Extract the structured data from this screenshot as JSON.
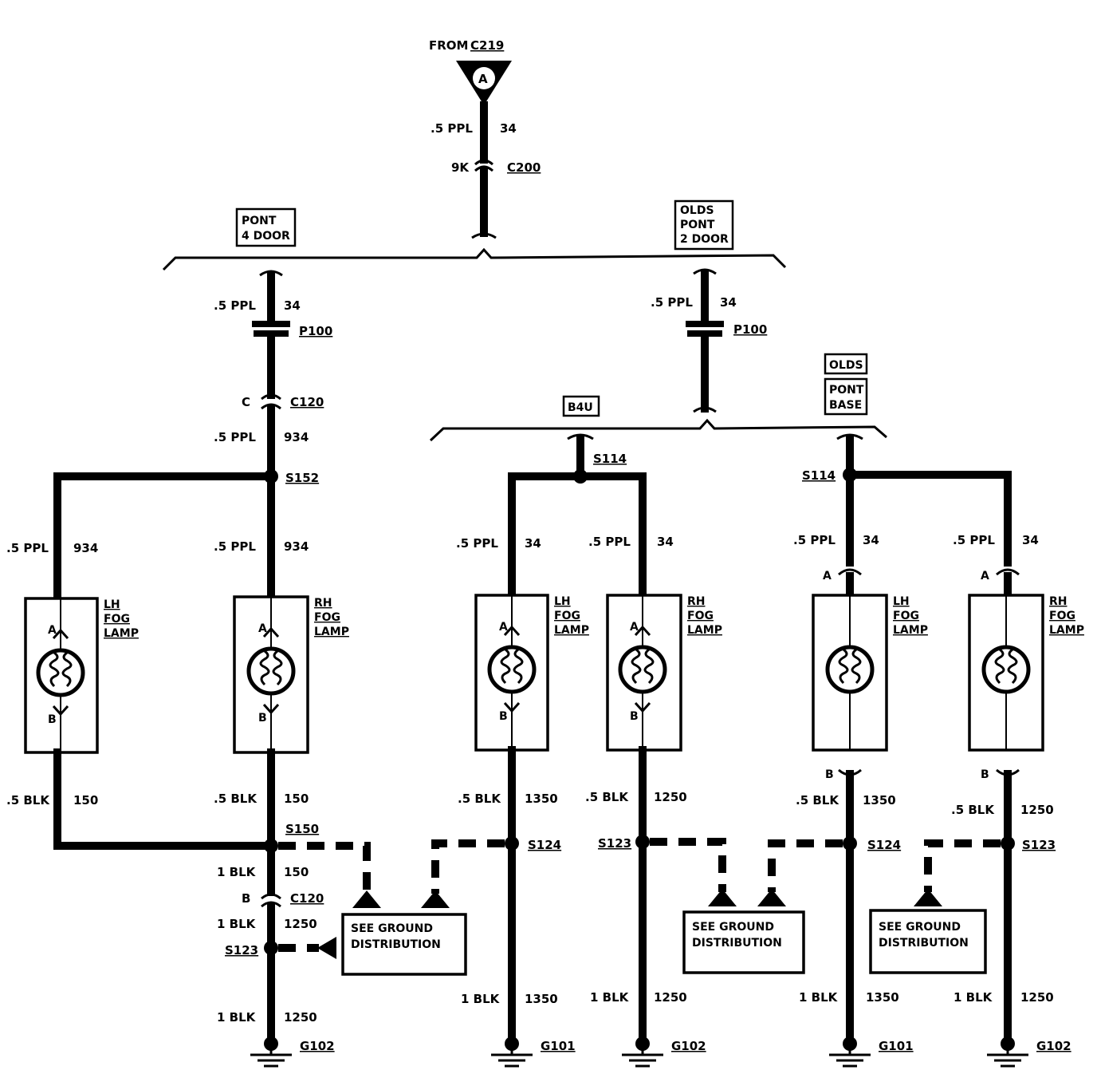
{
  "source": {
    "from": "FROM",
    "connector": "C219",
    "letter": "A"
  },
  "feed": {
    "size": ".5 PPL",
    "circuit": "34",
    "pin": "9K",
    "connector": "C200"
  },
  "options": {
    "left": "PONT\n4 DOOR",
    "right": "OLDS\nPONT\n2 DOOR",
    "b4u": "B4U",
    "olds": "OLDS",
    "pontbase": "PONT\nBASE"
  },
  "ground_box": "SEE GROUND\nDISTRIBUTION",
  "labels": [
    {
      "k": "w1a",
      "t": ".5  PPL"
    },
    {
      "k": "w1b",
      "t": "34"
    },
    {
      "k": "p100a",
      "t": "P100"
    },
    {
      "k": "c120a",
      "t": "C"
    },
    {
      "k": "c120b",
      "t": "C120"
    },
    {
      "k": "w2a",
      "t": ".5  PPL"
    },
    {
      "k": "w2b",
      "t": "934"
    },
    {
      "k": "s152",
      "t": "S152"
    },
    {
      "k": "w3a",
      "t": ".5  PPL"
    },
    {
      "k": "w3b",
      "t": "934"
    },
    {
      "k": "w4a",
      "t": ".5  PPL"
    },
    {
      "k": "w4b",
      "t": "934"
    },
    {
      "k": "w5a",
      "t": ".5  PPL"
    },
    {
      "k": "w5b",
      "t": "34"
    },
    {
      "k": "p100b",
      "t": "P100"
    },
    {
      "k": "s114a",
      "t": "S114"
    },
    {
      "k": "s114b",
      "t": "S114"
    },
    {
      "k": "w6a",
      "t": ".5  PPL"
    },
    {
      "k": "w6b",
      "t": "34"
    },
    {
      "k": "w7a",
      "t": ".5  PPL"
    },
    {
      "k": "w7b",
      "t": "34"
    },
    {
      "k": "w8a",
      "t": ".5  PPL"
    },
    {
      "k": "w8b",
      "t": "34"
    },
    {
      "k": "w9a",
      "t": ".5  PPL"
    },
    {
      "k": "w9b",
      "t": "34"
    },
    {
      "k": "g1a",
      "t": ".5  BLK"
    },
    {
      "k": "g1b",
      "t": "150"
    },
    {
      "k": "g2a",
      "t": ".5  BLK"
    },
    {
      "k": "g2b",
      "t": "150"
    },
    {
      "k": "s150",
      "t": "S150"
    },
    {
      "k": "g3a",
      "t": "1  BLK"
    },
    {
      "k": "g3b",
      "t": "150"
    },
    {
      "k": "c120c",
      "t": "B"
    },
    {
      "k": "c120d",
      "t": "C120"
    },
    {
      "k": "g4a",
      "t": "1  BLK"
    },
    {
      "k": "g4b",
      "t": "1250"
    },
    {
      "k": "s123a",
      "t": "S123"
    },
    {
      "k": "g5a",
      "t": "1  BLK"
    },
    {
      "k": "g5b",
      "t": "1250"
    },
    {
      "k": "g6a",
      "t": ".5  BLK"
    },
    {
      "k": "g6b",
      "t": "1350"
    },
    {
      "k": "s124a",
      "t": "S124"
    },
    {
      "k": "g7a",
      "t": "1  BLK"
    },
    {
      "k": "g7b",
      "t": "1350"
    },
    {
      "k": "g8a",
      "t": ".5  BLK"
    },
    {
      "k": "g8b",
      "t": "1250"
    },
    {
      "k": "s123b",
      "t": "S123"
    },
    {
      "k": "g9a",
      "t": "1  BLK"
    },
    {
      "k": "g9b",
      "t": "1250"
    },
    {
      "k": "g10a",
      "t": ".5  BLK"
    },
    {
      "k": "g10b",
      "t": "1350"
    },
    {
      "k": "s124b",
      "t": "S124"
    },
    {
      "k": "g11a",
      "t": "1  BLK"
    },
    {
      "k": "g11b",
      "t": "1350"
    },
    {
      "k": "g12a",
      "t": ".5  BLK"
    },
    {
      "k": "g12b",
      "t": "1250"
    },
    {
      "k": "s123c",
      "t": "S123"
    },
    {
      "k": "g13a",
      "t": "1  BLK"
    },
    {
      "k": "g13b",
      "t": "1250"
    }
  ],
  "lamps": [
    {
      "name": "LH\nFOG\nLAMP"
    },
    {
      "name": "RH\nFOG\nLAMP"
    },
    {
      "name": "LH\nFOG\nLAMP"
    },
    {
      "name": "RH\nFOG\nLAMP"
    },
    {
      "name": "LH\nFOG\nLAMP"
    },
    {
      "name": "RH\nFOG\nLAMP"
    }
  ],
  "pins": {
    "a": "A",
    "b": "B"
  },
  "grounds": [
    "G102",
    "G101",
    "G102",
    "G101",
    "G102"
  ]
}
